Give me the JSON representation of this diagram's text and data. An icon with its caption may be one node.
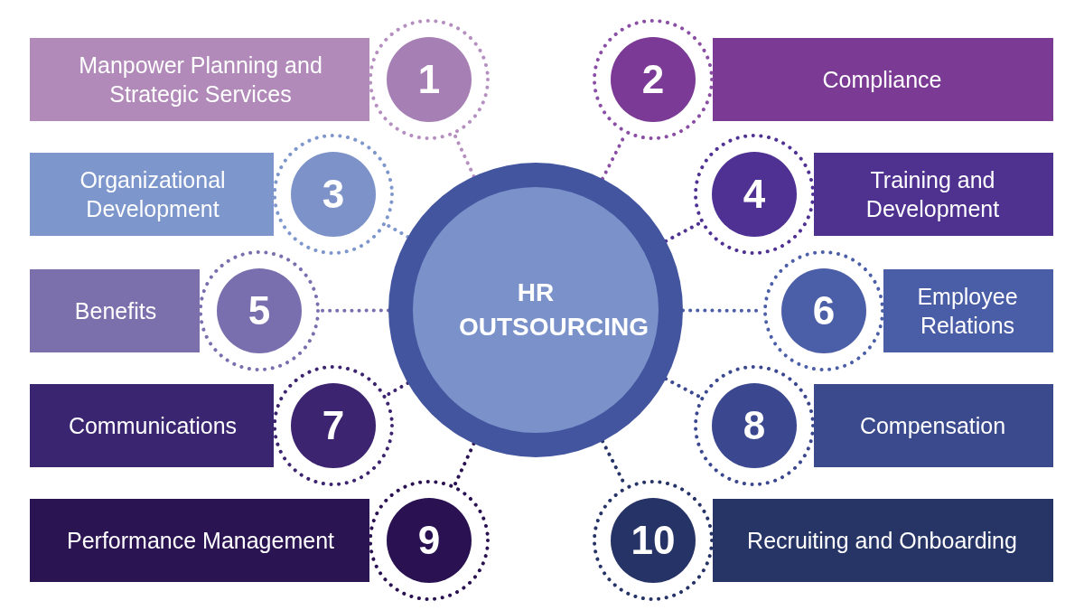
{
  "diagram": {
    "nodes": [
      {
        "text": [
          "1"
        ]
      },
      {
        "text": [
          "Manpower Planning and Strategic Services"
        ]
      },
      {
        "text": [
          "2"
        ]
      },
      {
        "text": [
          "Compliance"
        ]
      },
      {
        "text": [
          "3"
        ]
      },
      {
        "text": [
          "Organizational Development"
        ]
      },
      {
        "text": [
          "4"
        ]
      },
      {
        "text": [
          "Training and Development"
        ]
      },
      {
        "text": [
          "5"
        ]
      },
      {
        "text": [
          "Benefits"
        ]
      },
      {
        "text": [
          "6"
        ]
      },
      {
        "text": [
          "Employee Relations"
        ]
      },
      {
        "text": [
          "7"
        ]
      },
      {
        "text": [
          "Communications"
        ]
      },
      {
        "text": [
          "8"
        ]
      },
      {
        "text": [
          "Compensation"
        ]
      },
      {
        "text": [
          "9"
        ]
      },
      {
        "text": [
          "Performance Management"
        ]
      },
      {
        "text": [
          "10"
        ]
      },
      {
        "text": [
          "Recruiting and Onboarding"
        ]
      },
      {
        "text": [
          "HR OUTSOURCING"
        ]
      }
    ],
    "edges": [
      {
        "from": 20,
        "to": 0,
        "arrow": "none",
        "color": "#b58fc0"
      },
      {
        "from": 20,
        "to": 2,
        "arrow": "none",
        "color": "#8a4fa4"
      },
      {
        "from": 20,
        "to": 4,
        "arrow": "none",
        "color": "#7d96cc"
      },
      {
        "from": 20,
        "to": 6,
        "arrow": "none",
        "color": "#4f3194"
      },
      {
        "from": 20,
        "to": 8,
        "arrow": "none",
        "color": "#7a6fae"
      },
      {
        "from": 20,
        "to": 10,
        "arrow": "none",
        "color": "#4b5ea8"
      },
      {
        "from": 20,
        "to": 12,
        "arrow": "none",
        "color": "#3c2470"
      },
      {
        "from": 20,
        "to": 14,
        "arrow": "none",
        "color": "#3b4890"
      },
      {
        "from": 20,
        "to": 16,
        "arrow": "none",
        "color": "#2a1252"
      },
      {
        "from": 20,
        "to": 18,
        "arrow": "none",
        "color": "#263366"
      }
    ]
  }
}
